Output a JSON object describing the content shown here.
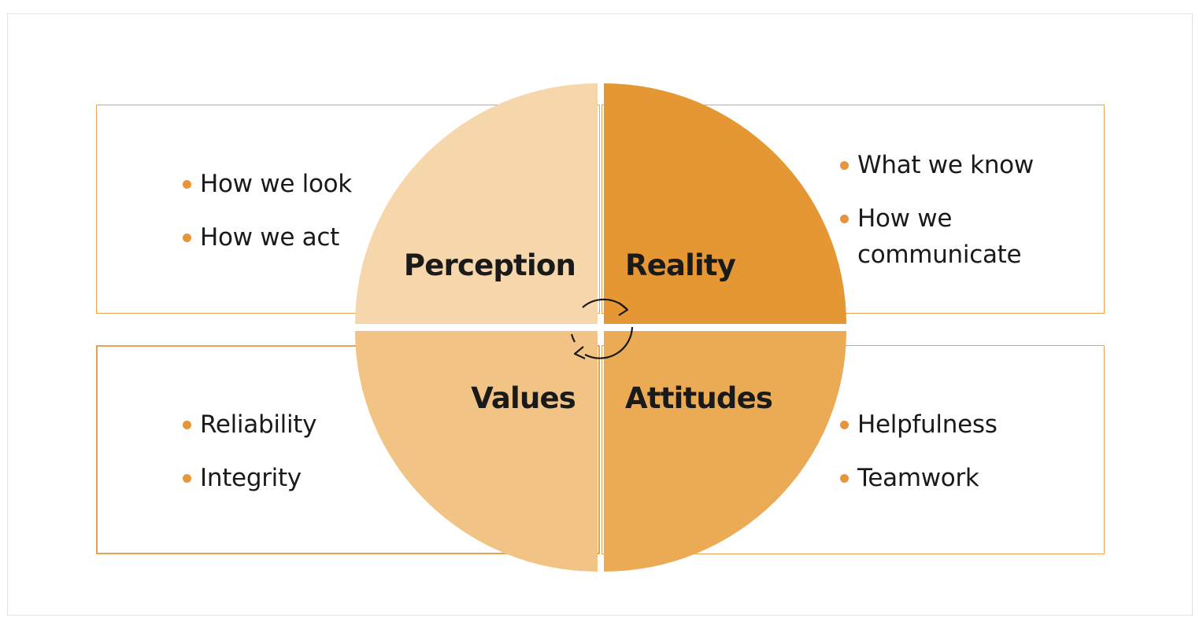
{
  "quadrants": {
    "perception": {
      "label": "Perception",
      "color": "#f6d7ab",
      "items": [
        "How we look",
        "How we act"
      ]
    },
    "reality": {
      "label": "Reality",
      "color": "#e59733",
      "items": [
        "What we know",
        "How we communicate"
      ]
    },
    "values": {
      "label": "Values",
      "color": "#f1c485",
      "items": [
        "Reliability",
        "Integrity"
      ]
    },
    "attitudes": {
      "label": "Attitudes",
      "color": "#ebab55",
      "items": [
        "Helpfulness",
        "Teamwork"
      ]
    }
  },
  "colors": {
    "box_border": "#e9a24f",
    "bullet": "#e8943a",
    "text": "#1a1a1a",
    "cycle_icon": "#1a1a1a"
  },
  "icons": {
    "center": "cycle-arrows-icon",
    "bullet": "bullet-dot-icon"
  }
}
